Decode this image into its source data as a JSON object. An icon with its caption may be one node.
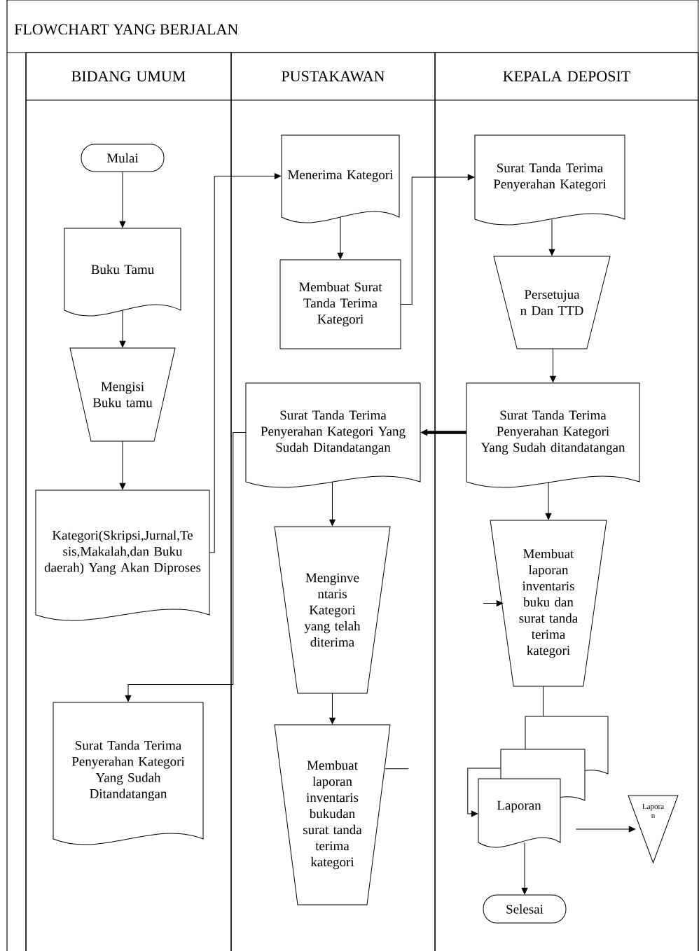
{
  "diagram": {
    "title": "FLOWCHART YANG BERJALAN",
    "nodes": [
      {
        "text": [
          "BIDANG UMUM"
        ]
      },
      {
        "text": [
          "PUSTAKAWAN"
        ]
      },
      {
        "text": [
          "KEPALA DEPOSIT"
        ]
      },
      {
        "text": [
          "Mulai"
        ],
        "in": 0
      },
      {
        "text": [
          "Buku Tamu"
        ],
        "in": 0
      },
      {
        "text": [
          "Mengisi Buku tamu"
        ],
        "in": 0
      },
      {
        "text": [
          "Kategori(Skripsi,Jurnal,Te sis,Makalah,dan Buku daerah) Yang Akan Diproses"
        ],
        "in": 0
      },
      {
        "text": [
          "Surat Tanda Terima Penyerahan Kategori Yang Sudah Ditandatangan"
        ],
        "in": 0
      },
      {
        "text": [
          "Menerima Kategori"
        ],
        "in": 1
      },
      {
        "text": [
          "Membuat Surat Tanda Terima Kategori"
        ],
        "in": 1
      },
      {
        "text": [
          "Surat Tanda Terima Penyerahan Kategori Yang Sudah Ditandatangan"
        ],
        "in": 1
      },
      {
        "text": [
          "Menginve ntaris Kategori yang telah diterima"
        ],
        "in": 1
      },
      {
        "text": [
          "Membuat laporan inventaris bukudan surat tanda terima kategori"
        ],
        "in": 1
      },
      {
        "text": [
          "Surat Tanda Terima Penyerahan Kategori"
        ],
        "in": 2
      },
      {
        "text": [
          "Persetujua n Dan TTD"
        ],
        "in": 2
      },
      {
        "text": [
          "Surat Tanda Terima Penyerahan Kategori Yang Sudah ditandatangan"
        ],
        "in": 2
      },
      {
        "text": [
          "Membuat laporan inventaris buku dan surat tanda terima kategori"
        ],
        "in": 2
      },
      {
        "text": [
          "Laporan"
        ],
        "in": 2
      },
      {
        "text": [
          "Selesai"
        ],
        "in": 2
      },
      {
        "text": [
          "Lapora n"
        ],
        "in": 2
      }
    ],
    "edges": [
      {
        "from": 3,
        "to": 4,
        "arrow": "to"
      },
      {
        "from": 4,
        "to": 5,
        "arrow": "to"
      },
      {
        "from": 5,
        "to": 6,
        "arrow": "to"
      },
      {
        "from": 6,
        "to": 8,
        "arrow": "to"
      },
      {
        "from": 8,
        "to": 9,
        "arrow": "to"
      },
      {
        "from": 9,
        "to": 13,
        "arrow": "to"
      },
      {
        "from": 13,
        "to": 14,
        "arrow": "to"
      },
      {
        "from": 14,
        "to": 15,
        "arrow": "to"
      },
      {
        "from": 15,
        "to": 10,
        "arrow": "to",
        "style": "thick"
      },
      {
        "from": 10,
        "to": 7,
        "arrow": "to"
      },
      {
        "from": 10,
        "to": 11,
        "arrow": "to"
      },
      {
        "from": 11,
        "to": 12,
        "arrow": "to"
      },
      {
        "from": 15,
        "to": 16,
        "arrow": "to"
      },
      {
        "from": 16,
        "to": 17,
        "arrow": "none"
      },
      {
        "from": 17,
        "to": 18,
        "arrow": "to"
      },
      {
        "from": 17,
        "to": 19,
        "arrow": "to"
      },
      {
        "from": null,
        "to": 16,
        "arrow": "to"
      },
      {
        "from": 12,
        "to": null,
        "arrow": "none"
      },
      {
        "from": 17,
        "to": 17,
        "arrow": "to"
      }
    ]
  }
}
